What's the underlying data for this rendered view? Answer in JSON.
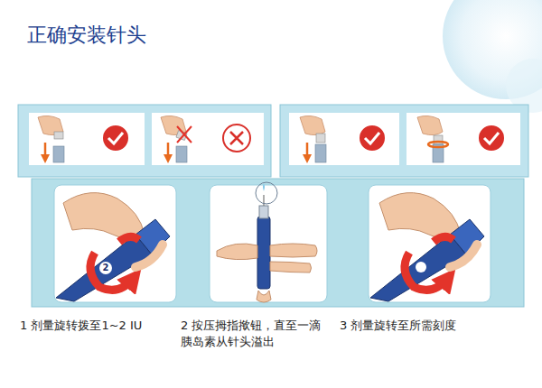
{
  "diagram": {
    "title": "正确安装针头",
    "nodes": [
      {
        "text": [
          "1 剂量旋转拨至1~2 IU"
        ]
      },
      {
        "text": [
          "2 按压拇指揿钮，直至一滴胰岛素从针头溢出"
        ]
      },
      {
        "text": [
          "3 剂量旋转至所需刻度"
        ]
      }
    ],
    "labels": [
      "2"
    ]
  }
}
